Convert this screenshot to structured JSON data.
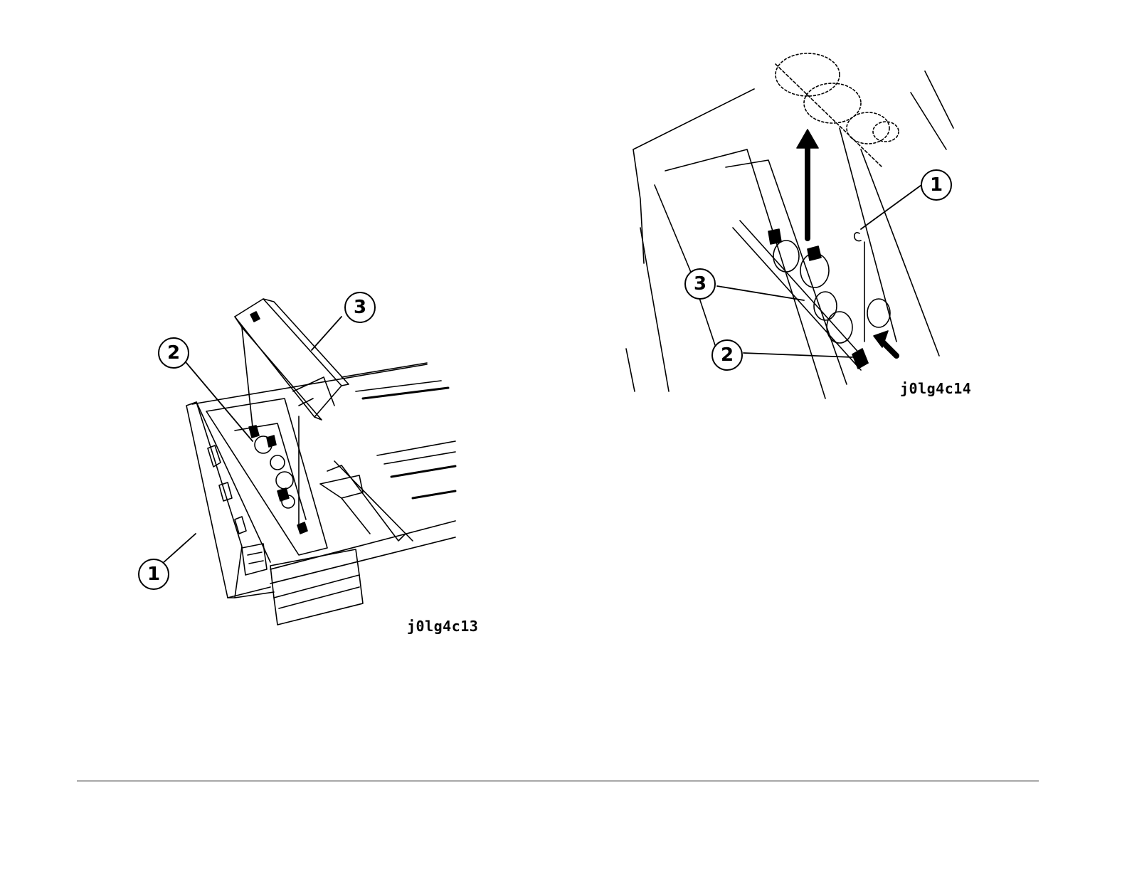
{
  "figures": [
    {
      "id_label": "j0lg4c13",
      "callouts": [
        "1",
        "2",
        "3"
      ]
    },
    {
      "id_label": "j0lg4c14",
      "callouts": [
        "1",
        "2",
        "3"
      ]
    }
  ]
}
